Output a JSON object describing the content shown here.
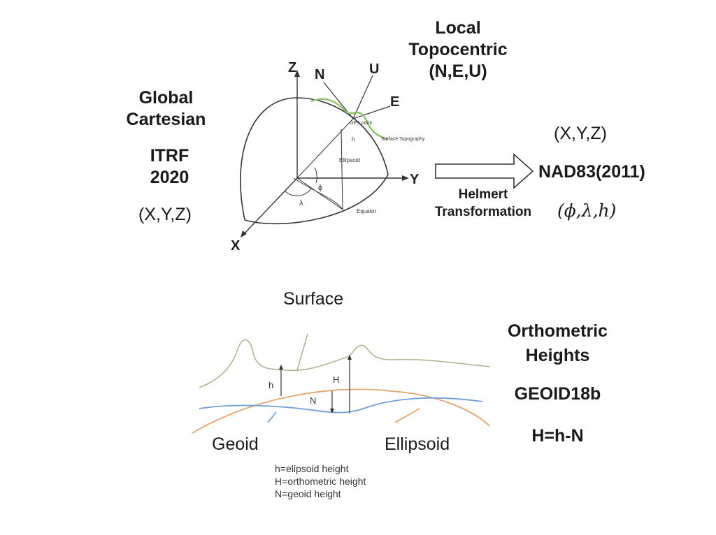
{
  "top": {
    "local_title_line1": "Local",
    "local_title_line2": "Topocentric",
    "local_title_line3": "(N,E,U)",
    "global_line1": "Global",
    "global_line2": "Cartesian",
    "itrf_line1": "ITRF",
    "itrf_line2": "2020",
    "global_xyz": "(X,Y,Z)",
    "target_xyz": "(X,Y,Z)",
    "target_datum": "NAD83(2011)",
    "target_geodetic": "(ϕ,λ,h)",
    "transform_line1": "Helmert",
    "transform_line2": "Transformation"
  },
  "ellipsoid_figure": {
    "axis_z": "Z",
    "axis_y": "Y",
    "axis_x": "X",
    "axis_n": "N",
    "axis_u": "U",
    "axis_e": "E",
    "gps_point": "GPS point",
    "surface_topography": "Surface Topography",
    "h_label": "h",
    "ellipsoid": "Ellipsoid",
    "phi": "ϕ",
    "lambda": "λ",
    "equator": "Equator"
  },
  "bottom": {
    "surface": "Surface",
    "geoid": "Geoid",
    "ellipsoid": "Ellipsoid",
    "h_label": "h",
    "H_label": "H",
    "N_label": "N",
    "legend_h": "h=elipsoid height",
    "legend_H": "H=orthometric height",
    "legend_N": "N=geoid height",
    "ortho_line1": "Orthometric",
    "ortho_line2": "Heights",
    "geoid_model": "GEOID18b",
    "equation": "H=h-N"
  },
  "colors": {
    "surface_line": "#a9b98f",
    "geoid_line": "#6f9fd8",
    "ellipsoid_line": "#e5a46b",
    "topo_green": "#8fc46a",
    "ink": "#333333"
  }
}
